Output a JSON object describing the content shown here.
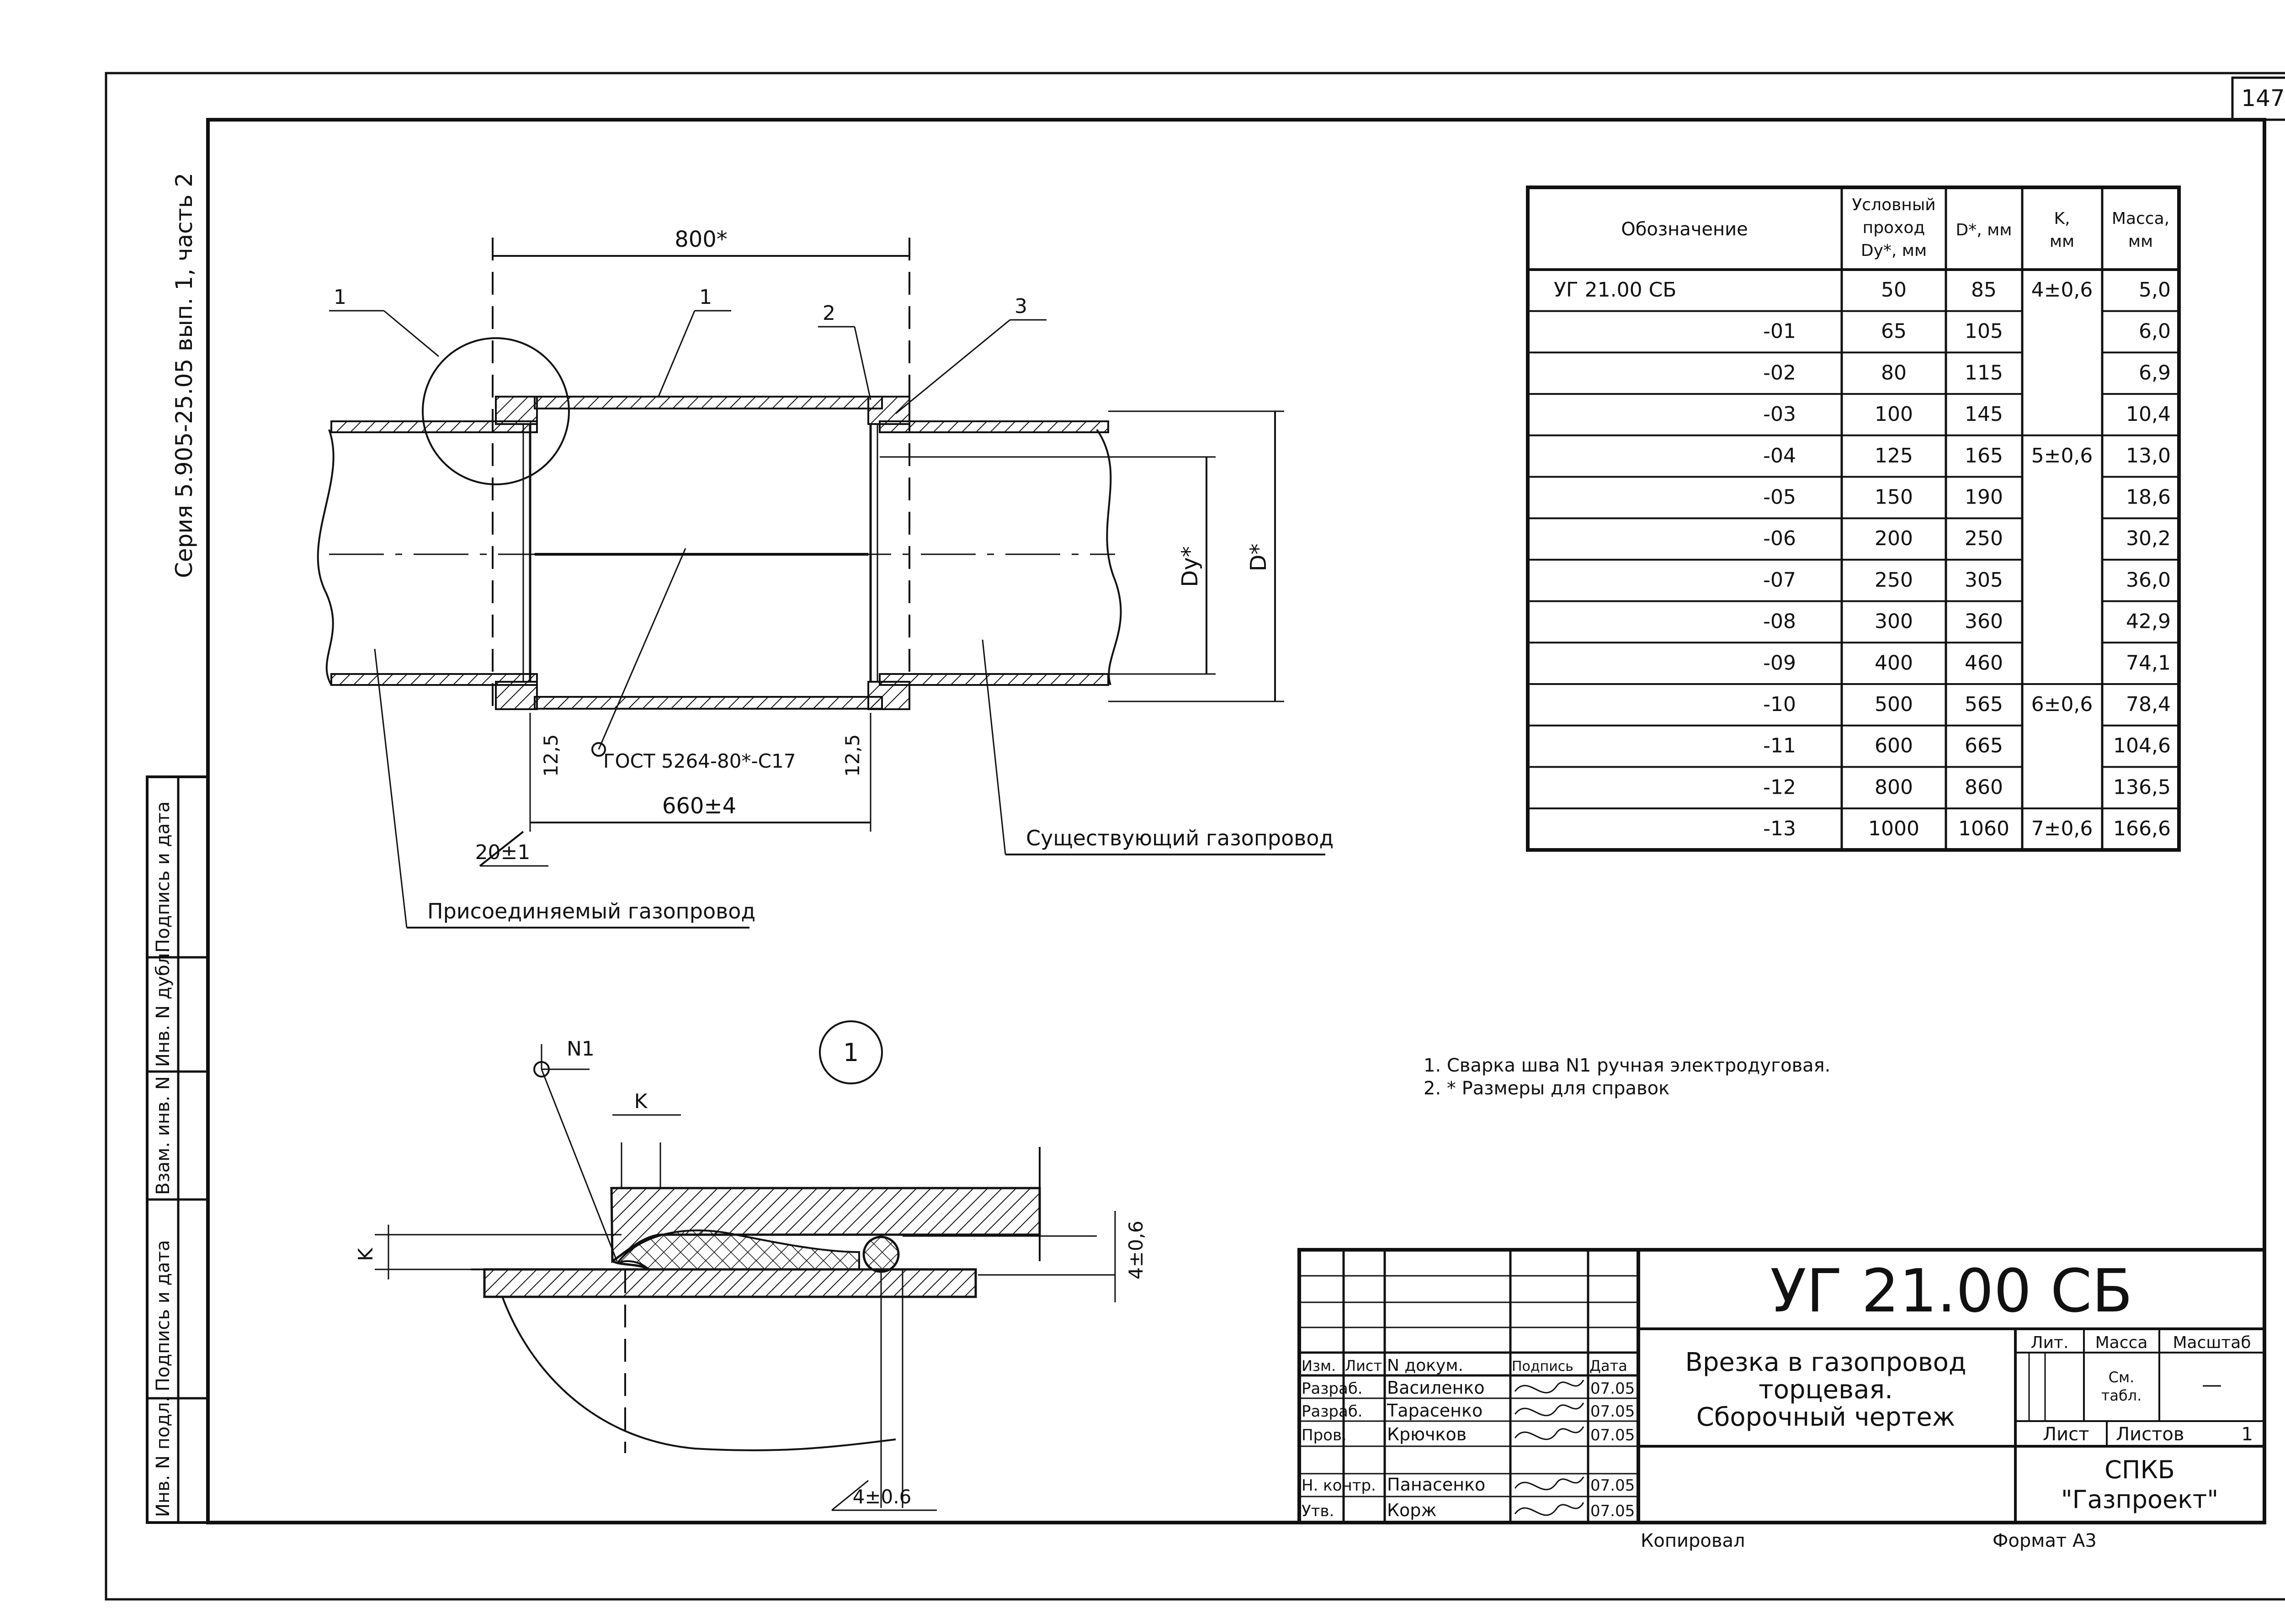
{
  "sheet": {
    "page_number": "147",
    "series": "Серия 5.905-25.05 вып. 1, часть 2",
    "copied": "Копировал",
    "format": "Формат А3"
  },
  "drawing": {
    "dim_800": "800*",
    "dim_660": "660±4",
    "dim_20": "20±1",
    "dim_12_5_left": "12,5",
    "dim_12_5_right": "12,5",
    "dim_dy": "Dy*",
    "dim_d": "D*",
    "callout_1_left": "1",
    "callout_1_top": "1",
    "callout_2": "2",
    "callout_3": "3",
    "weld_gost": "ГОСТ 5264-80*-С17",
    "existing_pipe": "Существующий газопровод",
    "joined_pipe": "Присоединяемый газопровод",
    "detail_label": "1",
    "weld_n1": "N1",
    "dim_k_top": "K",
    "dim_k_left": "K",
    "dim_4_right": "4±0,6",
    "dim_4_bottom": "4±0.6"
  },
  "notes": [
    "1. Сварка шва N1 ручная электродуговая.",
    "2. * Размеры для справок"
  ],
  "spec_table": {
    "headers": [
      "Обозначение",
      "Условный",
      "проход",
      "Dy*, мм",
      "D*, мм",
      "K,",
      "мм",
      "Масса,",
      "мм"
    ],
    "rows": [
      {
        "code": "УГ 21.00 СБ",
        "dy": "50",
        "d": "85",
        "k": "4±0,6",
        "mass": "5,0"
      },
      {
        "code": "-01",
        "dy": "65",
        "d": "105",
        "k": "",
        "mass": "6,0"
      },
      {
        "code": "-02",
        "dy": "80",
        "d": "115",
        "k": "",
        "mass": "6,9"
      },
      {
        "code": "-03",
        "dy": "100",
        "d": "145",
        "k": "",
        "mass": "10,4"
      },
      {
        "code": "-04",
        "dy": "125",
        "d": "165",
        "k": "5±0,6",
        "mass": "13,0"
      },
      {
        "code": "-05",
        "dy": "150",
        "d": "190",
        "k": "",
        "mass": "18,6"
      },
      {
        "code": "-06",
        "dy": "200",
        "d": "250",
        "k": "",
        "mass": "30,2"
      },
      {
        "code": "-07",
        "dy": "250",
        "d": "305",
        "k": "",
        "mass": "36,0"
      },
      {
        "code": "-08",
        "dy": "300",
        "d": "360",
        "k": "",
        "mass": "42,9"
      },
      {
        "code": "-09",
        "dy": "400",
        "d": "460",
        "k": "",
        "mass": "74,1"
      },
      {
        "code": "-10",
        "dy": "500",
        "d": "565",
        "k": "6±0,6",
        "mass": "78,4"
      },
      {
        "code": "-11",
        "dy": "600",
        "d": "665",
        "k": "",
        "mass": "104,6"
      },
      {
        "code": "-12",
        "dy": "800",
        "d": "860",
        "k": "",
        "mass": "136,5"
      },
      {
        "code": "-13",
        "dy": "1000",
        "d": "1060",
        "k": "7±0,6",
        "mass": "166,6"
      }
    ]
  },
  "title_block": {
    "designation": "УГ 21.00 СБ",
    "title_lines": [
      "Врезка в газопровод",
      "торцевая.",
      "Сборочный чертеж"
    ],
    "hdr_izm": "Изм.",
    "hdr_list": "Лист",
    "hdr_ndoc": "N докум.",
    "hdr_sign": "Подпись",
    "hdr_date": "Дата",
    "lit": "Лит.",
    "massa": "Масса",
    "scale": "Масштаб",
    "mass_value": [
      "См.",
      "табл."
    ],
    "scale_value": "—",
    "sheet_lbl": "Лист",
    "sheets_lbl": "Листов",
    "sheets_count": "1",
    "org": [
      "СПКБ",
      "\"Газпроект\""
    ],
    "roles": [
      {
        "role": "Разраб.",
        "name": "Василенко",
        "date": "07.05"
      },
      {
        "role": "Разраб.",
        "name": "Тарасенко",
        "date": "07.05"
      },
      {
        "role": "Пров.",
        "name": "Крючков",
        "date": "07.05"
      },
      {
        "role": "Н. контр.",
        "name": "Панасенко",
        "date": "07.05"
      },
      {
        "role": "Утв.",
        "name": "Корж",
        "date": "07.05"
      }
    ]
  },
  "side_stamp": [
    "Инв. N подл.",
    "Подпись и дата",
    "Взам. инв. N",
    "Инв. N дубл.",
    "Подпись и дата"
  ]
}
